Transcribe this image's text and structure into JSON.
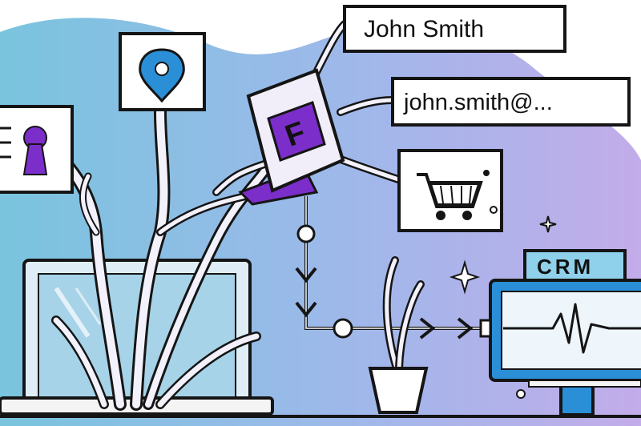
{
  "cards": {
    "name_label": "John Smith",
    "email_label": "john.smith@...",
    "crm_label": "CRM",
    "app_letter": "F"
  },
  "icons": {
    "location": "map-pin-icon",
    "contact": "keyhole-contact-card-icon",
    "cart": "shopping-cart-icon",
    "app": "f-app-device-icon",
    "crm": "crm-monitor-icon",
    "plant": "potted-plant-icon",
    "laptop": "laptop-icon",
    "tree": "data-tree-roots-illustration"
  },
  "colors": {
    "bg_blob_left": "#7cc6df",
    "bg_blob_right": "#b9a9ea",
    "accent_purple": "#7b2ec9",
    "accent_blue": "#2a8fd6",
    "ink": "#151515"
  }
}
